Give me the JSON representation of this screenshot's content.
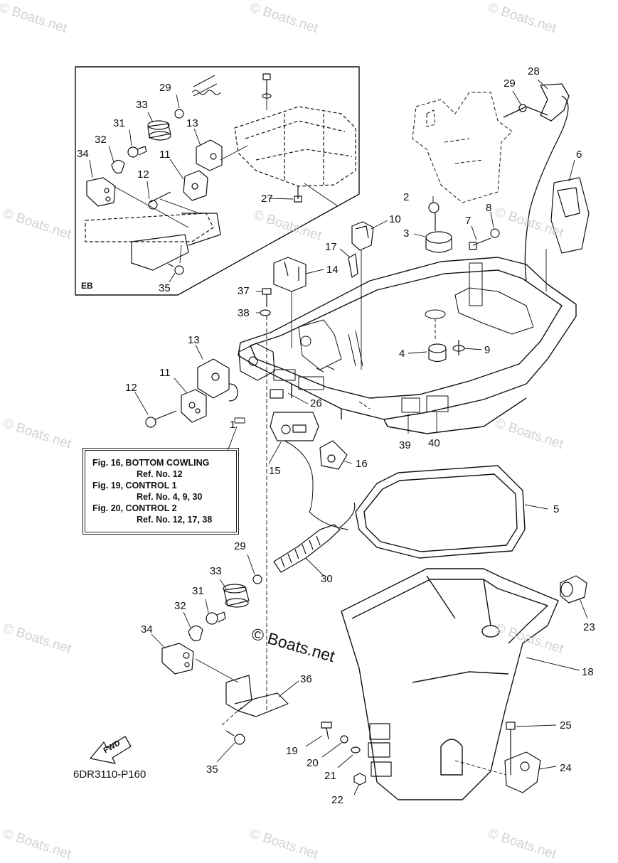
{
  "watermark_text": "© Boats.net",
  "center_watermark": "© Boats.net",
  "part_code": "6DR3110-P160",
  "inset_label": "EB",
  "fwd_label": "FWD",
  "reference_box": {
    "lines": [
      {
        "title": "Fig. 16, BOTTOM COWLING",
        "ref": "Ref. No. 12"
      },
      {
        "title": "Fig. 19, CONTROL 1",
        "ref": "Ref. No. 4, 9, 30"
      },
      {
        "title": "Fig. 20, CONTROL 2",
        "ref": "Ref. No. 12, 17, 38"
      }
    ]
  },
  "callouts": {
    "c1": "1",
    "c2": "2",
    "c3": "3",
    "c4": "4",
    "c5": "5",
    "c6": "6",
    "c7": "7",
    "c8": "8",
    "c9": "9",
    "c10": "10",
    "c11a": "11",
    "c11b": "11",
    "c12a": "12",
    "c12b": "12",
    "c13a": "13",
    "c13b": "13",
    "c14": "14",
    "c15": "15",
    "c16": "16",
    "c17": "17",
    "c18": "18",
    "c19": "19",
    "c20": "20",
    "c21": "21",
    "c22": "22",
    "c23": "23",
    "c24": "24",
    "c25": "25",
    "c26": "26",
    "c27": "27",
    "c28": "28",
    "c29a": "29",
    "c29b": "29",
    "c30": "30",
    "c31a": "31",
    "c31b": "31",
    "c32a": "32",
    "c32b": "32",
    "c33a": "33",
    "c33b": "33",
    "c34a": "34",
    "c34b": "34",
    "c35a": "35",
    "c35b": "35",
    "c36": "36",
    "c37": "37",
    "c38": "38",
    "c39": "39",
    "c40": "40"
  }
}
